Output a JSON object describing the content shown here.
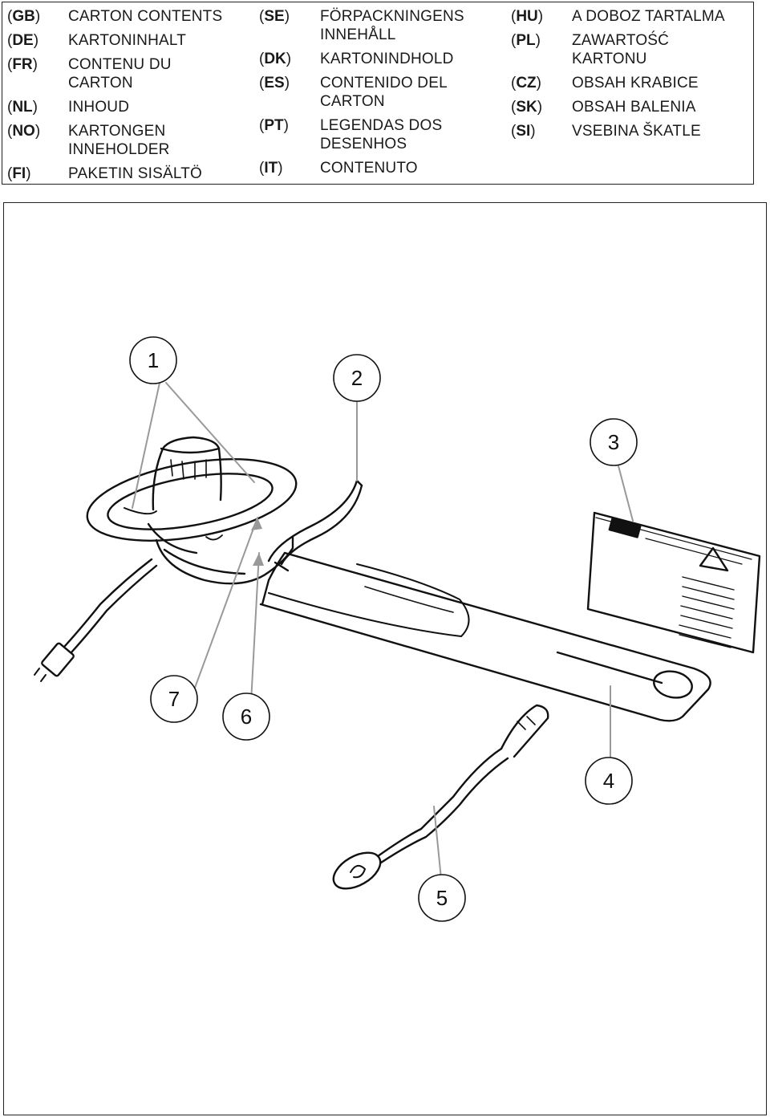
{
  "legend": {
    "col1": [
      {
        "code": "GB",
        "text": "CARTON CONTENTS"
      },
      {
        "code": "DE",
        "text": "KARTONINHALT"
      },
      {
        "code": "FR",
        "text": "CONTENU DU",
        "text2": "CARTON"
      },
      {
        "code": "NL",
        "text": "INHOUD"
      },
      {
        "code": "NO",
        "text": "KARTONGEN",
        "text2": "INNEHOLDER"
      },
      {
        "code": "FI",
        "text": "PAKETIN SISÄLTÖ"
      }
    ],
    "col2": [
      {
        "code": "SE",
        "text": "FÖRPACKNINGENS",
        "text2": "INNEHÅLL"
      },
      {
        "code": "DK",
        "text": "KARTONINDHOLD"
      },
      {
        "code": "ES",
        "text": "CONTENIDO DEL",
        "text2": "CARTON"
      },
      {
        "code": "PT",
        "text": "LEGENDAS DOS",
        "text2": "DESENHOS"
      },
      {
        "code": "IT",
        "text": "CONTENUTO"
      }
    ],
    "col3": [
      {
        "code": "HU",
        "text": "A DOBOZ TARTALMA"
      },
      {
        "code": "PL",
        "text": "ZAWARTOŚĆ",
        "text2": "KARTONU"
      },
      {
        "code": "CZ",
        "text": "OBSAH KRABICE"
      },
      {
        "code": "SK",
        "text": "OBSAH BALENIA"
      },
      {
        "code": "SI",
        "text": "VSEBINA ŠKATLE"
      }
    ]
  },
  "callouts": [
    "1",
    "2",
    "3",
    "4",
    "5",
    "6",
    "7"
  ]
}
